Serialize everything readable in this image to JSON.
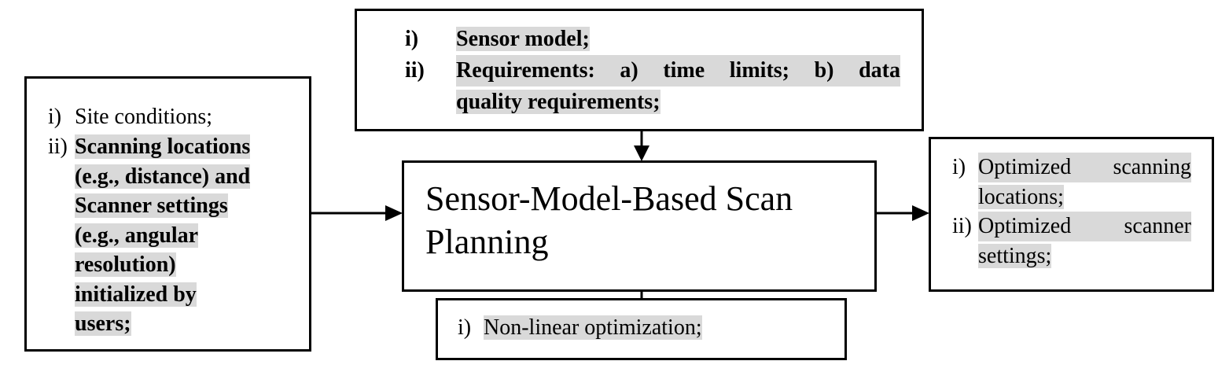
{
  "inputs_box": {
    "items": [
      {
        "num": "i)",
        "lines": [
          "Site conditions;"
        ],
        "highlight": false,
        "bold": false
      },
      {
        "num": "ii)",
        "lines": [
          "Scanning locations",
          "(e.g., distance) and",
          "Scanner settings",
          "(e.g., angular",
          "resolution)",
          "initialized by",
          "users;"
        ],
        "highlight": true,
        "bold": true
      }
    ]
  },
  "model_box": {
    "items": [
      {
        "num": "i)",
        "lines": [
          "Sensor model;"
        ]
      },
      {
        "num": "ii)",
        "lines": [
          "Requirements: a) time limits; b) data",
          "quality requirements;"
        ]
      }
    ]
  },
  "center_box": {
    "lines": [
      "Sensor-Model-Based Scan",
      "Planning"
    ]
  },
  "output_box": {
    "items": [
      {
        "num": "i)",
        "lines": [
          "Optimized scanning",
          "locations;"
        ]
      },
      {
        "num": "ii)",
        "lines": [
          "Optimized scanner",
          "settings;"
        ]
      }
    ]
  },
  "method_box": {
    "items": [
      {
        "num": "i)",
        "lines": [
          "Non-linear optimization;"
        ]
      }
    ]
  },
  "colors": {
    "highlight": "#d9d9d9",
    "stroke": "#000000"
  }
}
